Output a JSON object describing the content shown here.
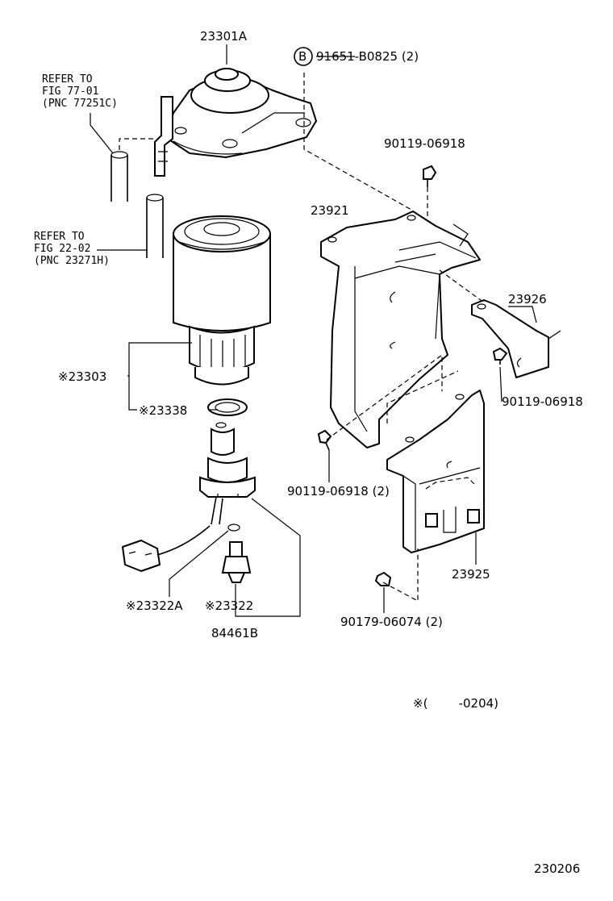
{
  "labels": {
    "p23301A": "23301A",
    "p91651": "91651-B0825 (2)",
    "circleB": "B",
    "refer1_l1": "REFER TO",
    "refer1_l2": "FIG 77-01",
    "refer1_l3": "(PNC 77251C)",
    "p90119_top": "90119-06918",
    "refer2_l1": "REFER TO",
    "refer2_l2": "FIG 22-02",
    "refer2_l3": "(PNC 23271H)",
    "p23921": "23921",
    "p23926": "23926",
    "p23303": "※23303",
    "p90119_right": "90119-06918",
    "p23338": "※23338",
    "p90119_left": "90119-06918 (2)",
    "p23925": "23925",
    "p23322A": "※23322A",
    "p23322": "※23322",
    "p90179": "90179-06074 (2)",
    "p84461B": "84461B",
    "note": "※(        -0204)",
    "diagram_id": "230206"
  }
}
